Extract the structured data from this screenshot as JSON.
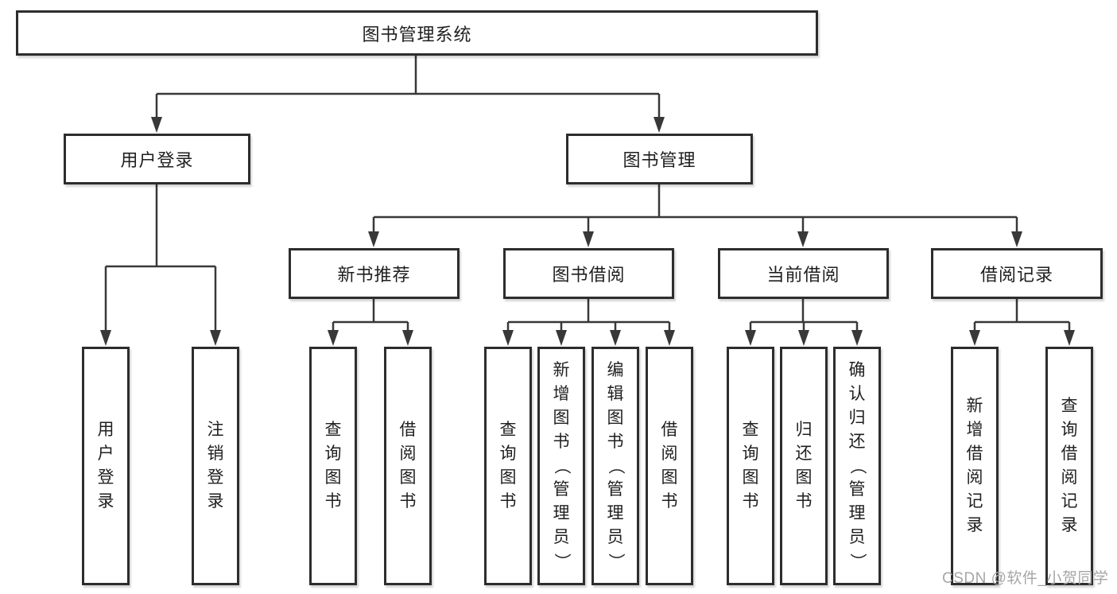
{
  "diagram": {
    "root": {
      "label": "图书管理系统"
    },
    "branches": [
      {
        "label": "用户登录",
        "children": [
          {
            "label": "用户登录"
          },
          {
            "label": "注销登录"
          }
        ]
      },
      {
        "label": "图书管理",
        "children": [
          {
            "label": "新书推荐",
            "children": [
              {
                "label": "查询图书"
              },
              {
                "label": "借阅图书"
              }
            ]
          },
          {
            "label": "图书借阅",
            "children": [
              {
                "label": "查询图书"
              },
              {
                "label": "新增图书（管理员）"
              },
              {
                "label": "编辑图书（管理员）"
              },
              {
                "label": "借阅图书"
              }
            ]
          },
          {
            "label": "当前借阅",
            "children": [
              {
                "label": "查询图书"
              },
              {
                "label": "归还图书"
              },
              {
                "label": "确认归还（管理员）"
              }
            ]
          },
          {
            "label": "借阅记录",
            "children": [
              {
                "label": "新增借阅记录"
              },
              {
                "label": "查询借阅记录"
              }
            ]
          }
        ]
      }
    ]
  },
  "watermark": {
    "text": "CSDN @软件_小贺同学"
  },
  "colors": {
    "line": "#383838",
    "border": "#2d2d2d",
    "text": "#1f1f1f",
    "watermark": "#a6a6a6",
    "background": "#ffffff"
  }
}
